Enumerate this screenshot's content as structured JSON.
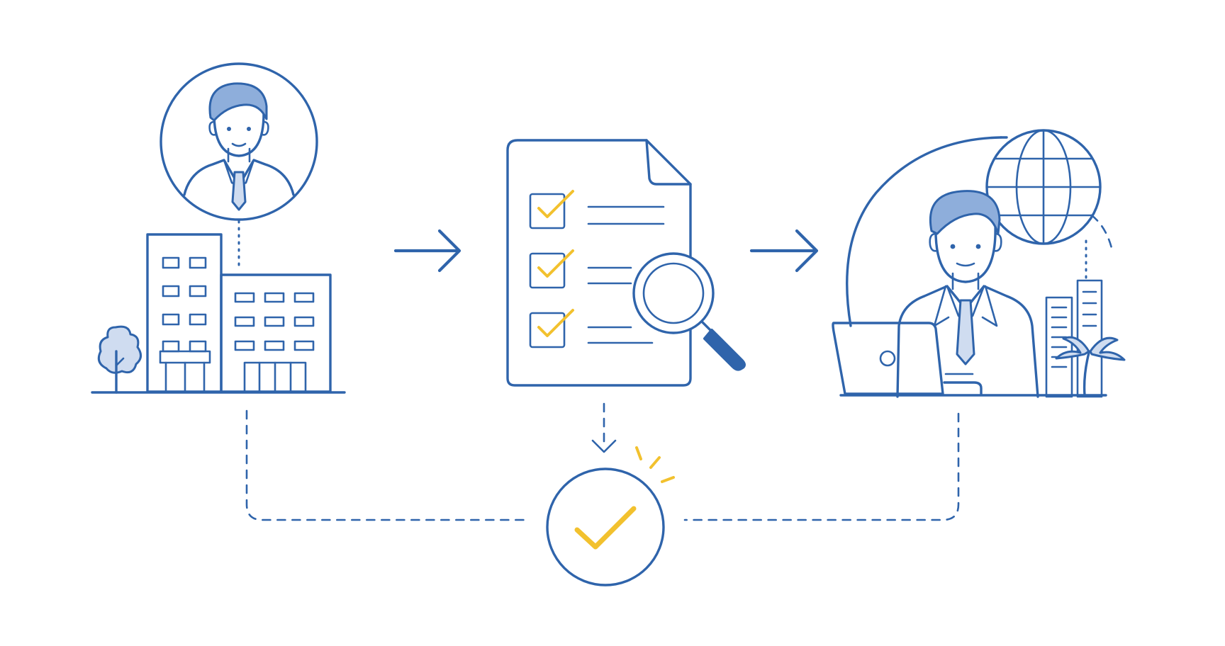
{
  "diagram": {
    "nodes": [
      {
        "id": "organization",
        "icons": [
          "person-in-circle-icon",
          "office-building-icon",
          "tree-icon"
        ]
      },
      {
        "id": "checklist-review",
        "icons": [
          "checklist-document-icon",
          "magnifying-glass-icon"
        ]
      },
      {
        "id": "remote-worker",
        "icons": [
          "globe-icon",
          "businessman-at-laptop-icon",
          "city-skyline-icon",
          "palm-tree-icon"
        ]
      },
      {
        "id": "approval",
        "icons": [
          "check-circle-icon"
        ]
      }
    ],
    "edges": [
      {
        "from": "organization",
        "to": "checklist-review",
        "style": "solid-arrow"
      },
      {
        "from": "checklist-review",
        "to": "remote-worker",
        "style": "solid-arrow"
      },
      {
        "from": "checklist-review",
        "to": "approval",
        "style": "dashed-arrow"
      },
      {
        "from": "organization",
        "to": "approval",
        "style": "dashed-line"
      },
      {
        "from": "remote-worker",
        "to": "approval",
        "style": "dashed-line"
      }
    ]
  },
  "colors": {
    "line": "#2f64ab",
    "accent": "#f2c12e",
    "hair_fill": "#8eaedb",
    "light_fill": "#cfdcf0",
    "background": "#ffffff"
  }
}
